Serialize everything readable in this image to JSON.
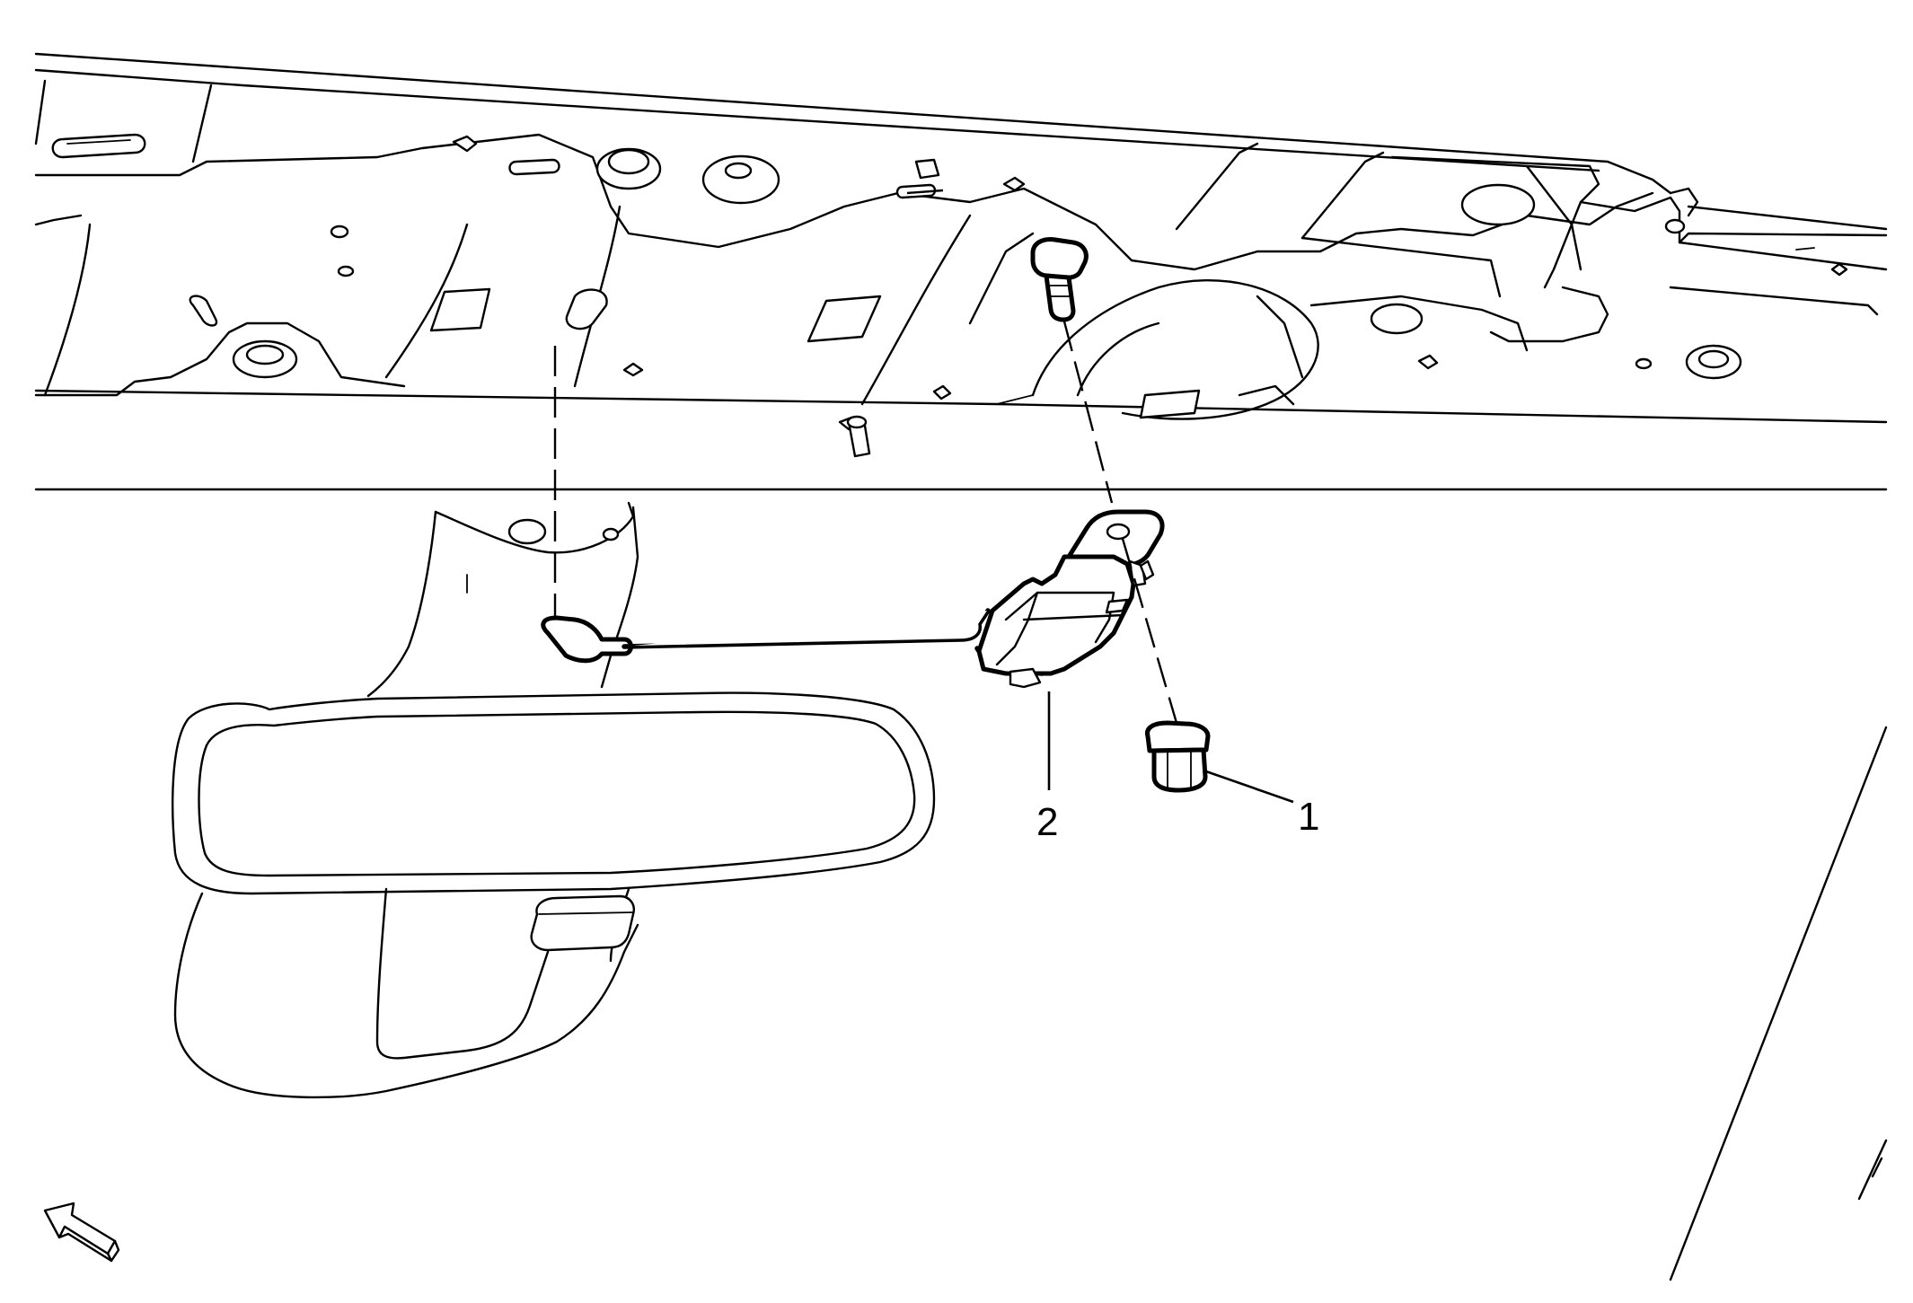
{
  "callouts": [
    {
      "id": "1",
      "label": "1"
    },
    {
      "id": "2",
      "label": "2"
    }
  ],
  "icons": {
    "view_direction": "view-direction-arrow-icon"
  }
}
